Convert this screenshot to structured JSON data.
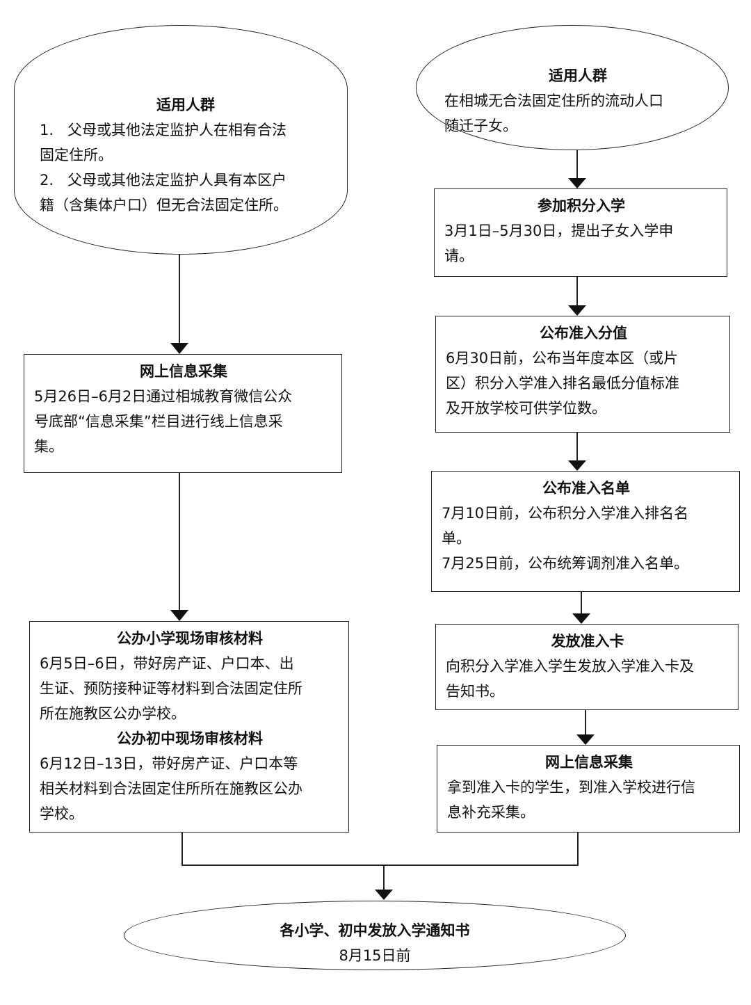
{
  "left_start": {
    "title": "适用人群",
    "items": [
      {
        "num": "1.",
        "lines": [
          "父母或其他法定监护人在相有合法",
          "固定住所。"
        ]
      },
      {
        "num": "2.",
        "lines": [
          "父母或其他法定监护人具有本区户",
          "籍（含集体户口）但无合法固定住所。"
        ]
      }
    ]
  },
  "left_collect": {
    "title": "网上信息采集",
    "lines": [
      "5月26日–6月2日通过相城教育微信公众",
      "号底部“信息采集”栏目进行线上信息采",
      "集。"
    ]
  },
  "left_review": {
    "primary_title": "公办小学现场审核材料",
    "primary_lines": [
      "6月5日–6日，带好房产证、户口本、出",
      "生证、预防接种证等材料到合法固定住所",
      "所在施教区公办学校。"
    ],
    "junior_title": "公办初中现场审核材料",
    "junior_lines": [
      "6月12日–13日，带好房产证、户口本等",
      "相关材料到合法固定住所所在施教区公办",
      "学校。"
    ]
  },
  "right_start": {
    "title": "适用人群",
    "lines": [
      "在相城无合法固定住所的流动人口",
      "随迁子女。"
    ]
  },
  "right_apply": {
    "title": "参加积分入学",
    "lines": [
      "3月1日–5月30日，提出子女入学申",
      "请。"
    ]
  },
  "right_score": {
    "title": "公布准入分值",
    "lines": [
      "6月30日前，公布当年度本区（或片",
      "区）积分入学准入排名最低分值标准",
      "及开放学校可供学位数。"
    ]
  },
  "right_list": {
    "title": "公布准入名单",
    "lines": [
      "7月10日前，公布积分入学准入排名名",
      "单。",
      "7月25日前，公布统筹调剂准入名单。"
    ]
  },
  "right_card": {
    "title": "发放准入卡",
    "lines": [
      "向积分入学准入学生发放入学准入卡及",
      "告知书。"
    ]
  },
  "right_collect": {
    "title": "网上信息采集",
    "lines": [
      "拿到准入卡的学生，到准入学校进行信",
      "息补充采集。"
    ]
  },
  "end": {
    "title": "各小学、初中发放入学通知书",
    "date": "8月15日前"
  }
}
